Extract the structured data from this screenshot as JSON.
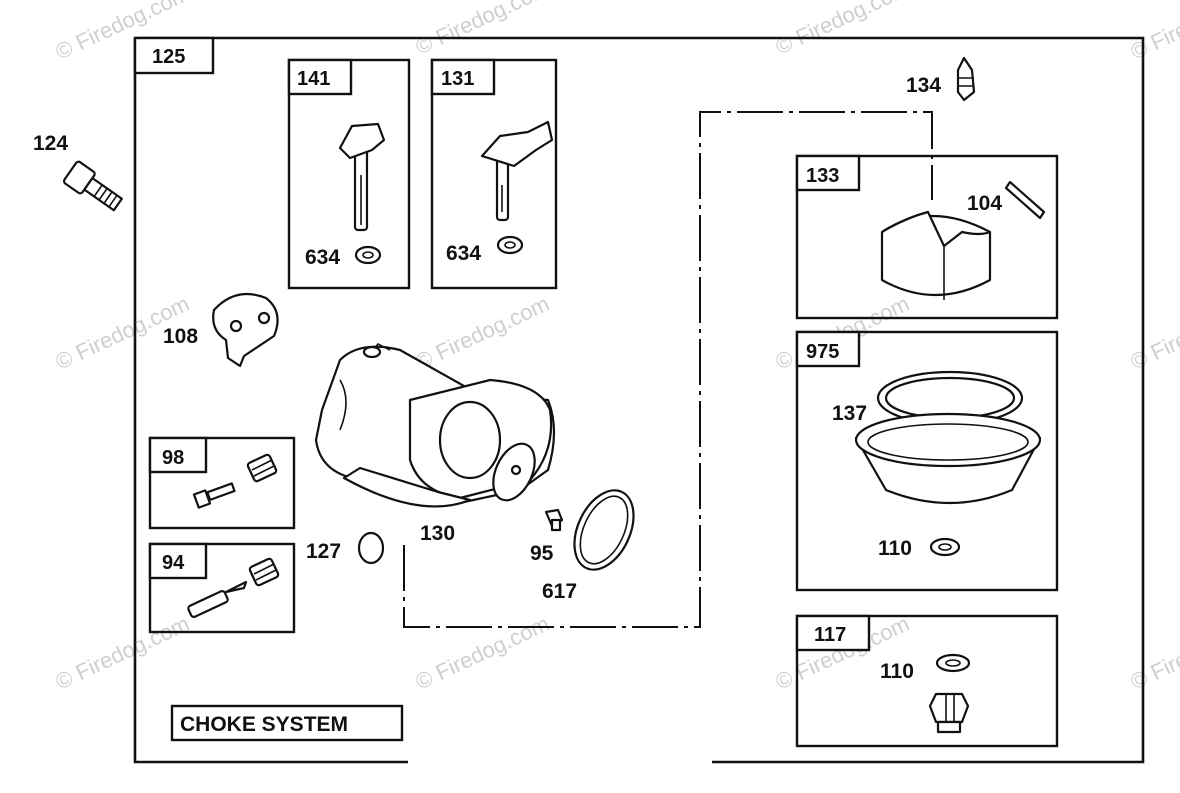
{
  "watermark": "© Firedog.com",
  "title_label": "CHOKE SYSTEM",
  "boxes": {
    "main": "125",
    "shaft_a": "141",
    "shaft_b": "131",
    "float": "133",
    "bowl": "975",
    "drain": "117",
    "screw_98": "98",
    "screw_94": "94"
  },
  "parts": {
    "p124": "124",
    "p134": "134",
    "p104": "104",
    "p634a": "634",
    "p634b": "634",
    "p108": "108",
    "p137": "137",
    "p110a": "110",
    "p110b": "110",
    "p127": "127",
    "p130": "130",
    "p95": "95",
    "p617": "617"
  }
}
